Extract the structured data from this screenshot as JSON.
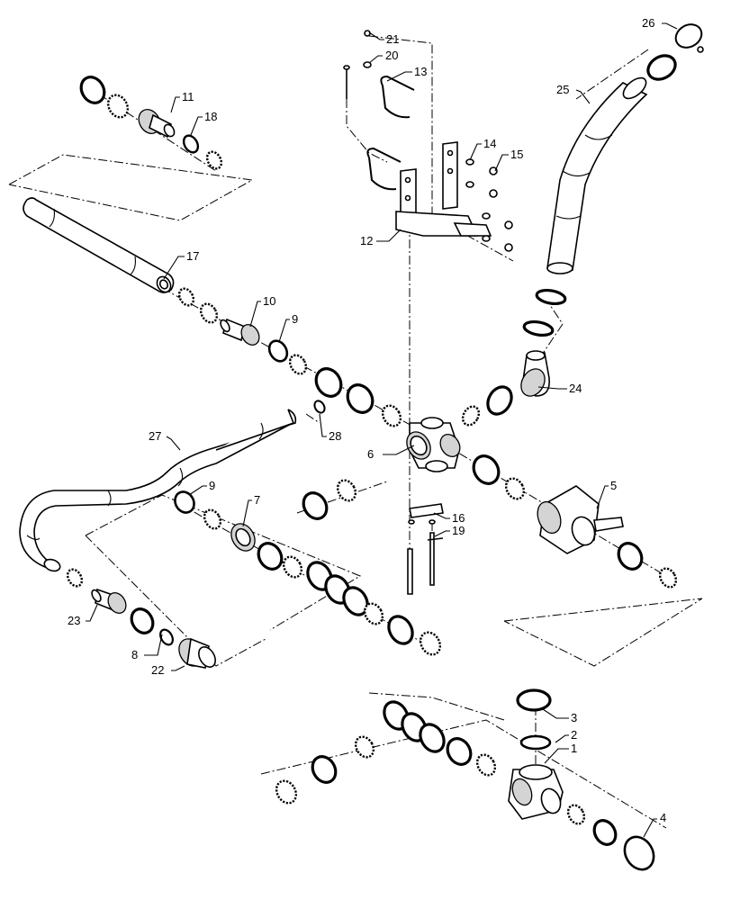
{
  "callouts": {
    "c1": "1",
    "c2": "2",
    "c3": "3",
    "c4": "4",
    "c5": "5",
    "c6": "6",
    "c7": "7",
    "c8": "8",
    "c9a": "9",
    "c9b": "9",
    "c10": "10",
    "c11": "11",
    "c12": "12",
    "c13": "13",
    "c14": "14",
    "c15": "15",
    "c16": "16",
    "c17": "17",
    "c18": "18",
    "c19": "19",
    "c20": "20",
    "c21": "21",
    "c22": "22",
    "c23": "23",
    "c24": "24",
    "c25": "25",
    "c26": "26",
    "c27": "27",
    "c28": "28"
  }
}
